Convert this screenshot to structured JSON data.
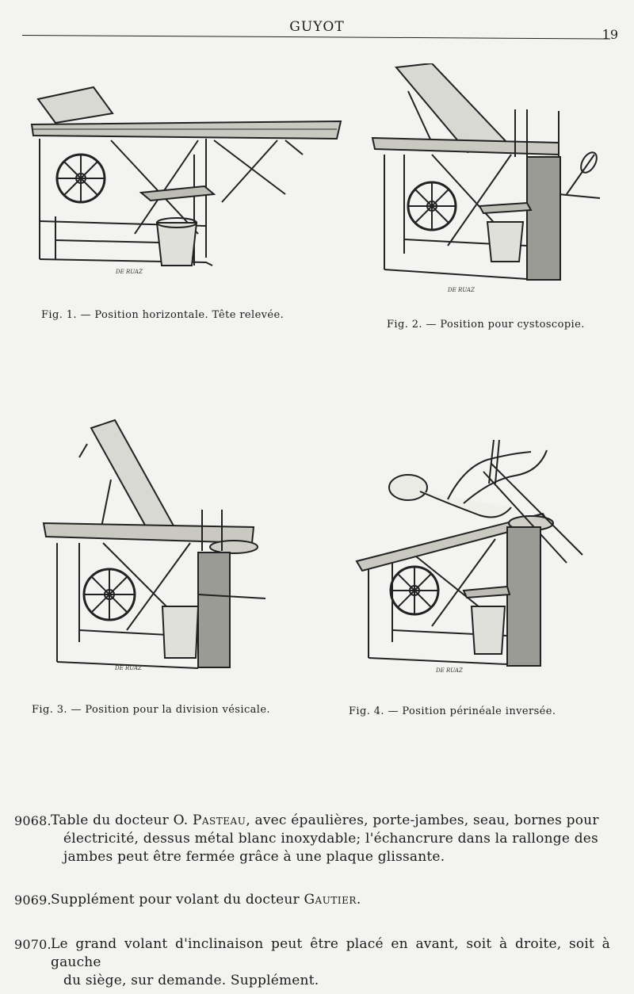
{
  "header": {
    "title": "GUYOT",
    "page_number": "19"
  },
  "figures": [
    {
      "caption": "Fig. 1. — Position horizontale. Tête relevée.",
      "signature": "DE RUAZ",
      "icon": "operating-table-horizontal"
    },
    {
      "caption": "Fig. 2. — Position pour cystoscopie.",
      "signature": "DE RUAZ",
      "icon": "operating-table-cystoscopy"
    },
    {
      "caption": "Fig. 3. — Position pour la division vésicale.",
      "signature": "DE RUAZ",
      "icon": "operating-table-vesical"
    },
    {
      "caption": "Fig. 4. — Position périnéale inversée.",
      "signature": "DE RUAZ",
      "icon": "operating-table-perineal"
    }
  ],
  "entries": [
    {
      "number": "9068.",
      "line1_pre": "Table du docteur O. ",
      "line1_name": "Pasteau",
      "line1_post": ", avec épaulières, porte-jambes, seau, bornes pour",
      "line2": "électricité, dessus métal blanc inoxydable; l'échancrure dans la rallonge des",
      "line3": "jambes peut être fermée grâce à une plaque glissante."
    },
    {
      "number": "9069.",
      "line1_pre": "Supplément pour volant du docteur ",
      "line1_name": "Gautier",
      "line1_post": "."
    },
    {
      "number": "9070.",
      "line1": "Le grand volant d'inclinaison peut être placé en avant, soit à droite, soit à gauche",
      "line2": "du siège, sur demande. Supplément."
    }
  ]
}
